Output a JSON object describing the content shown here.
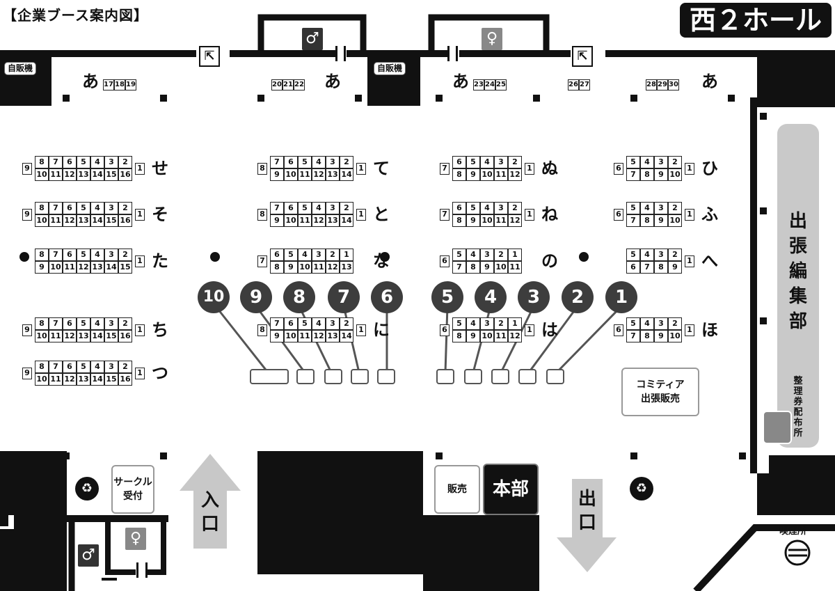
{
  "title": "【企業ブース案内図】",
  "hall": "西２ホール",
  "labels": {
    "vending": "自販機",
    "exit_sign": "⇱",
    "headquarters_side": "出張編集部",
    "ticket_dist": "整理券配布所",
    "comitia": "コミティア出張販売",
    "circle_reception": "サークル受付",
    "sales": "販売",
    "honbu": "本部",
    "entrance": "入口",
    "exit": "出口",
    "smoking": "喫煙所"
  },
  "top_row": [
    {
      "kana": "あ",
      "nums": [
        "17",
        "18",
        "19"
      ]
    },
    {
      "kana": "あ",
      "nums": [
        "20",
        "21",
        "22"
      ]
    },
    {
      "kana": "あ",
      "nums": [
        "23",
        "24",
        "25"
      ]
    },
    {
      "kana": "",
      "nums": [
        "26",
        "27"
      ]
    },
    {
      "kana": "あ",
      "nums": [
        "28",
        "29",
        "30"
      ]
    }
  ],
  "blocks": {
    "col1": [
      {
        "kana": "せ",
        "left": "9",
        "top": [
          "8",
          "7",
          "6",
          "5",
          "4",
          "3",
          "2"
        ],
        "bottom": [
          "10",
          "11",
          "12",
          "13",
          "14",
          "15",
          "16"
        ],
        "right": "1"
      },
      {
        "kana": "そ",
        "left": "9",
        "top": [
          "8",
          "7",
          "6",
          "5",
          "4",
          "3",
          "2"
        ],
        "bottom": [
          "10",
          "11",
          "12",
          "13",
          "14",
          "15",
          "16"
        ],
        "right": "1"
      },
      {
        "kana": "た",
        "left": "",
        "top": [
          "8",
          "7",
          "6",
          "5",
          "4",
          "3",
          "2"
        ],
        "bottom": [
          "9",
          "10",
          "11",
          "12",
          "13",
          "14",
          "15"
        ],
        "right": "1"
      },
      {
        "kana": "ち",
        "left": "9",
        "top": [
          "8",
          "7",
          "6",
          "5",
          "4",
          "3",
          "2"
        ],
        "bottom": [
          "10",
          "11",
          "12",
          "13",
          "14",
          "15",
          "16"
        ],
        "right": "1"
      },
      {
        "kana": "つ",
        "left": "9",
        "top": [
          "8",
          "7",
          "6",
          "5",
          "4",
          "3",
          "2"
        ],
        "bottom": [
          "10",
          "11",
          "12",
          "13",
          "14",
          "15",
          "16"
        ],
        "right": "1"
      }
    ],
    "col2": [
      {
        "kana": "て",
        "left": "8",
        "top": [
          "7",
          "6",
          "5",
          "4",
          "3",
          "2"
        ],
        "bottom": [
          "9",
          "10",
          "11",
          "12",
          "13",
          "14"
        ],
        "right": "1"
      },
      {
        "kana": "と",
        "left": "8",
        "top": [
          "7",
          "6",
          "5",
          "4",
          "3",
          "2"
        ],
        "bottom": [
          "9",
          "10",
          "11",
          "12",
          "13",
          "14"
        ],
        "right": "1"
      },
      {
        "kana": "な",
        "left": "7",
        "top": [
          "6",
          "5",
          "4",
          "3",
          "2",
          "1"
        ],
        "bottom": [
          "8",
          "9",
          "10",
          "11",
          "12",
          "13"
        ],
        "right": ""
      },
      {
        "kana": "に",
        "left": "8",
        "top": [
          "7",
          "6",
          "5",
          "4",
          "3",
          "2"
        ],
        "bottom": [
          "9",
          "10",
          "11",
          "12",
          "13",
          "14"
        ],
        "right": "1"
      }
    ],
    "col3": [
      {
        "kana": "ぬ",
        "left": "7",
        "top": [
          "6",
          "5",
          "4",
          "3",
          "2"
        ],
        "bottom": [
          "8",
          "9",
          "10",
          "11",
          "12"
        ],
        "right": "1"
      },
      {
        "kana": "ね",
        "left": "7",
        "top": [
          "6",
          "5",
          "4",
          "3",
          "2"
        ],
        "bottom": [
          "8",
          "9",
          "10",
          "11",
          "12"
        ],
        "right": "1"
      },
      {
        "kana": "の",
        "left": "6",
        "top": [
          "5",
          "4",
          "3",
          "2",
          "1"
        ],
        "bottom": [
          "7",
          "8",
          "9",
          "10",
          "11"
        ],
        "right": ""
      },
      {
        "kana": "は",
        "left": "6",
        "top": [
          "5",
          "4",
          "3",
          "2",
          "1"
        ],
        "bottom": [
          "8",
          "9",
          "10",
          "11",
          "12"
        ],
        "right": "1"
      }
    ],
    "col4": [
      {
        "kana": "ひ",
        "left": "6",
        "top": [
          "5",
          "4",
          "3",
          "2"
        ],
        "bottom": [
          "7",
          "8",
          "9",
          "10"
        ],
        "right": "1"
      },
      {
        "kana": "ふ",
        "left": "6",
        "top": [
          "5",
          "4",
          "3",
          "2"
        ],
        "bottom": [
          "7",
          "8",
          "9",
          "10"
        ],
        "right": "1"
      },
      {
        "kana": "へ",
        "left": "",
        "top": [
          "5",
          "4",
          "3",
          "2"
        ],
        "bottom": [
          "6",
          "7",
          "8",
          "9"
        ],
        "right": "1"
      },
      {
        "kana": "ほ",
        "left": "6",
        "top": [
          "5",
          "4",
          "3",
          "2"
        ],
        "bottom": [
          "7",
          "8",
          "9",
          "10"
        ],
        "right": "1"
      }
    ]
  },
  "callouts": [
    "10",
    "9",
    "8",
    "7",
    "6",
    "5",
    "4",
    "3",
    "2",
    "1"
  ],
  "colors": {
    "wall": "#111111",
    "callout": "#3d3d3d",
    "panel": "#c9c9c9",
    "arrow": "#c8c8c8"
  }
}
